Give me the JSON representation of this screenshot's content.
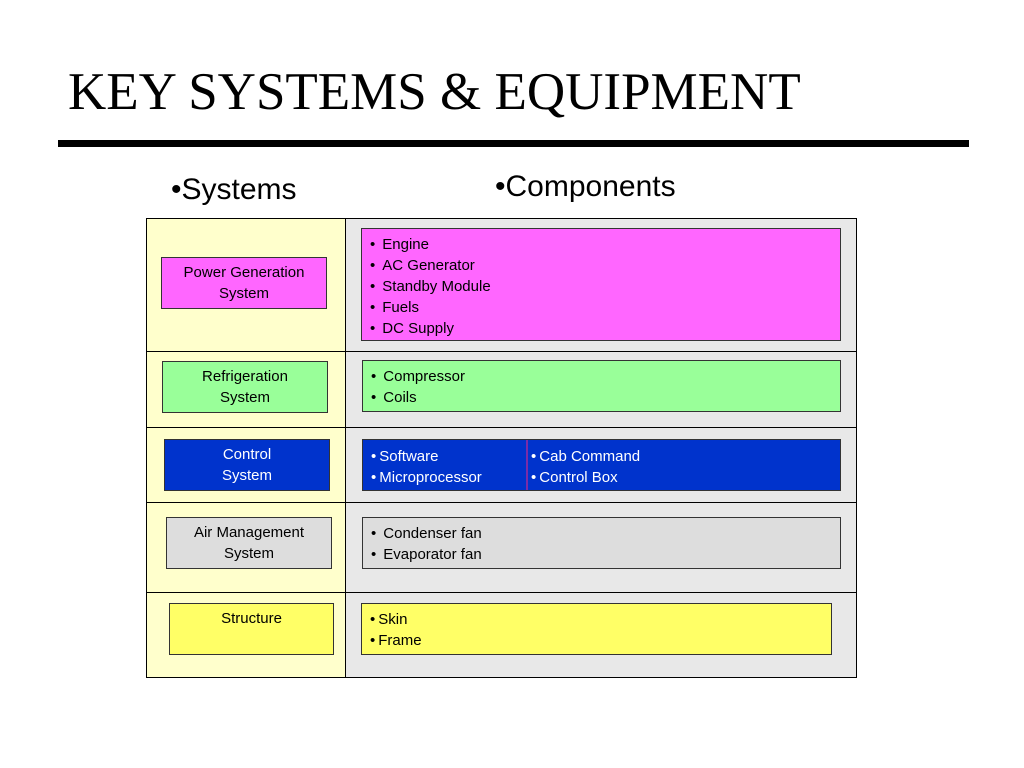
{
  "title": "KEY SYSTEMS & EQUIPMENT",
  "headers": {
    "systems": "•Systems",
    "components": "•Components"
  },
  "bullet": "•",
  "rows": [
    {
      "system": [
        "Power Generation",
        "System"
      ],
      "components": [
        "Engine",
        "AC Generator",
        "Standby Module",
        "Fuels",
        "DC Supply"
      ]
    },
    {
      "system": [
        "Refrigeration",
        "System"
      ],
      "components": [
        "Compressor",
        "Coils"
      ]
    },
    {
      "system": [
        "Control",
        "System"
      ],
      "components_left": [
        "Software",
        "Microprocessor"
      ],
      "components_right": [
        "Cab Command",
        "Control Box"
      ]
    },
    {
      "system": [
        "Air Management",
        "System"
      ],
      "components": [
        "Condenser fan",
        "Evaporator fan"
      ]
    },
    {
      "system": [
        "Structure"
      ],
      "components": [
        "Skin",
        "Frame"
      ]
    }
  ],
  "colors": {
    "power": "#ff66ff",
    "refrigeration": "#99ff99",
    "control": "#0033cc",
    "air": "#dddddd",
    "structure": "#ffff66",
    "left_column": "#ffffcc",
    "right_column": "#e8e8e8"
  }
}
